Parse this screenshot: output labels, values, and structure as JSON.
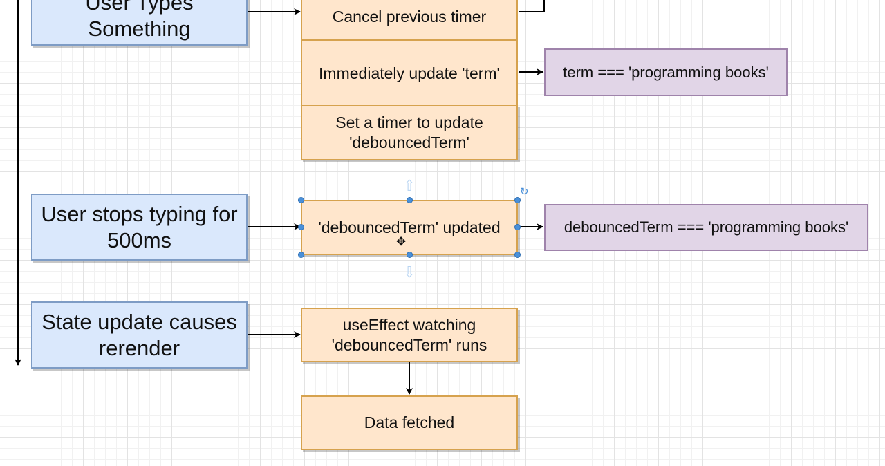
{
  "steps": {
    "user_types": "User Types\nSomething",
    "user_stops": "User stops typing for\n500ms",
    "state_update": "State update causes\nrerender"
  },
  "actions": {
    "cancel_timer": "Cancel previous timer",
    "update_term": "Immediately update 'term'",
    "set_timer": "Set a timer to update\n'debouncedTerm'",
    "debounced_updated": "'debouncedTerm' updated",
    "use_effect": "useEffect watching\n'debouncedTerm' runs",
    "data_fetched": "Data fetched"
  },
  "values": {
    "term_value": "term === 'programming books'",
    "debounced_value": "debouncedTerm === 'programming books'"
  },
  "colors": {
    "step_fill": "#dae8fc",
    "action_fill": "#ffe6cc",
    "value_fill": "#e1d5e7",
    "selection": "#4a90d9"
  }
}
